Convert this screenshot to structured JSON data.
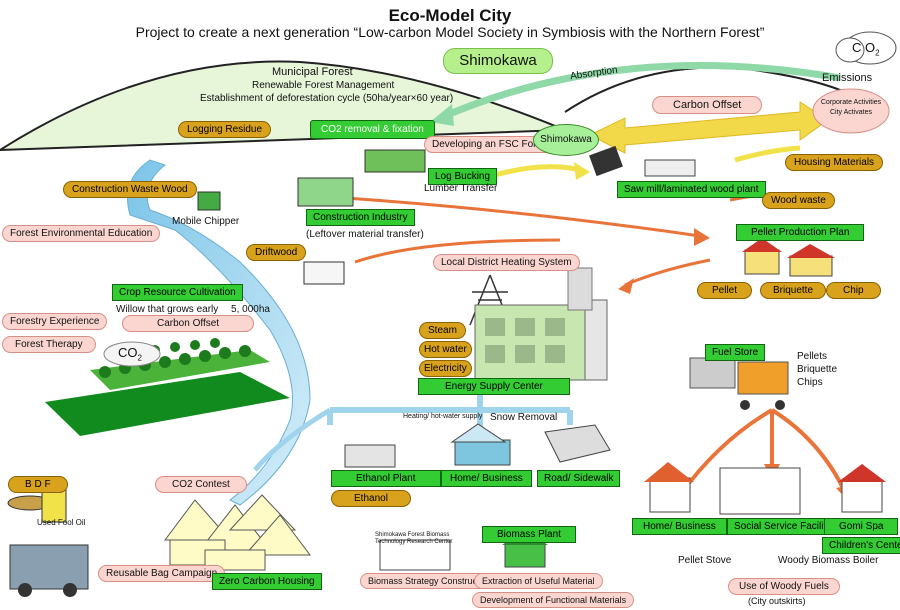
{
  "header": {
    "title": "Eco-Model City",
    "subtitle": "Project to create a next generation “Low-carbon Model Society in Symbiosis with the Northern Forest”"
  },
  "labels": {
    "shimokawa_banner": "Shimokawa",
    "municipal_forest": "Municipal Forest",
    "renewable_forest": "Renewable Forest Management",
    "deforestation_cycle": "Establishment of deforestation cycle (50ha/year×60 year)",
    "absorption": "Absorption",
    "emissions": "Emissions",
    "co2_top": "C O",
    "co2_sub": "2",
    "carbon_offset_top": "Carbon Offset",
    "corporate_activities": "Corporate Activities",
    "city_activates": "City Activates",
    "logging_residue": "Logging Residue",
    "co2_removal": "CO2 removal & fixation",
    "developing_fsc": "Developing an FSC Forest",
    "shimokawa_oval": "Shimokawa",
    "log_bucking": "Log Bucking",
    "lumber_transfer": "Lumber Transfer",
    "saw_mill": "Saw mill/laminated wood plant",
    "housing_materials": "Housing Materials",
    "wood_waste": "Wood waste",
    "construction_waste_wood": "Construction Waste Wood",
    "mobile_chipper": "Mobile Chipper",
    "construction_industry": "Construction Industry",
    "leftover_transfer": "(Leftover material transfer)",
    "forest_env_education": "Forest Environmental Education",
    "driftwood": "Driftwood",
    "pellet_production_plan": "Pellet Production Plan",
    "local_heating": "Local District Heating System",
    "pellet": "Pellet",
    "briquette": "Briquette",
    "chip": "Chip",
    "crop_resource": "Crop Resource Cultivation",
    "willow": "Willow that grows early　 5, 000ha",
    "carbon_offset_left": "Carbon Offset",
    "forestry_experience": "Forestry Experience",
    "forest_therapy": "Forest Therapy",
    "co2_left": "CO",
    "co2_left_sub": "2",
    "steam": "Steam",
    "hot_water": "Hot water",
    "electricity": "Electricity",
    "energy_supply_center": "Energy Supply Center",
    "fuel_store": "Fuel Store",
    "pellets": "Pellets",
    "briquette_list": "Briquette",
    "chips": "Chips",
    "heating_supply": "Heating/ hot-water supply",
    "snow_removal": "Snow Removal",
    "ethanol_plant": "Ethanol Plant",
    "ethanol": "Ethanol",
    "home_business_mid": "Home/ Business",
    "road_sidewalk": "Road/ Sidewalk",
    "bdf": "B D F",
    "used_oil": "Used Fool Oil",
    "co2_contest": "CO2 Contest",
    "reusable_bag": "Reusable Bag Campaign",
    "zero_carbon": "Zero Carbon Housing",
    "research_center_1": "Shimokawa Forest Biomass",
    "research_center_2": "Technology Research Center",
    "biomass_plant": "Biomass Plant",
    "biomass_strategy": "Biomass Strategy Construction",
    "extraction": "Extraction of Useful Material",
    "functional_materials": "Development of Functional Materials",
    "home_business_right": "Home/ Business",
    "social_service": "Social Service Facilities",
    "gomi_spa": "Gomi Spa",
    "childrens_center": "Children's Center",
    "pellet_stove": "Pellet Stove",
    "woody_boiler": "Woody Biomass Boiler",
    "use_woody_fuels": "Use of Woody Fuels",
    "city_outskirts": "(City outskirts)"
  },
  "colors": {
    "green_box": "#33cc33",
    "pink_box": "#fbd6d0",
    "gold_box": "#d9a21c",
    "arrow_orange": "#e8743a",
    "arrow_green": "#8fd9a8",
    "arrow_yellow": "#f2e24a",
    "river": "#9fd4ec"
  }
}
